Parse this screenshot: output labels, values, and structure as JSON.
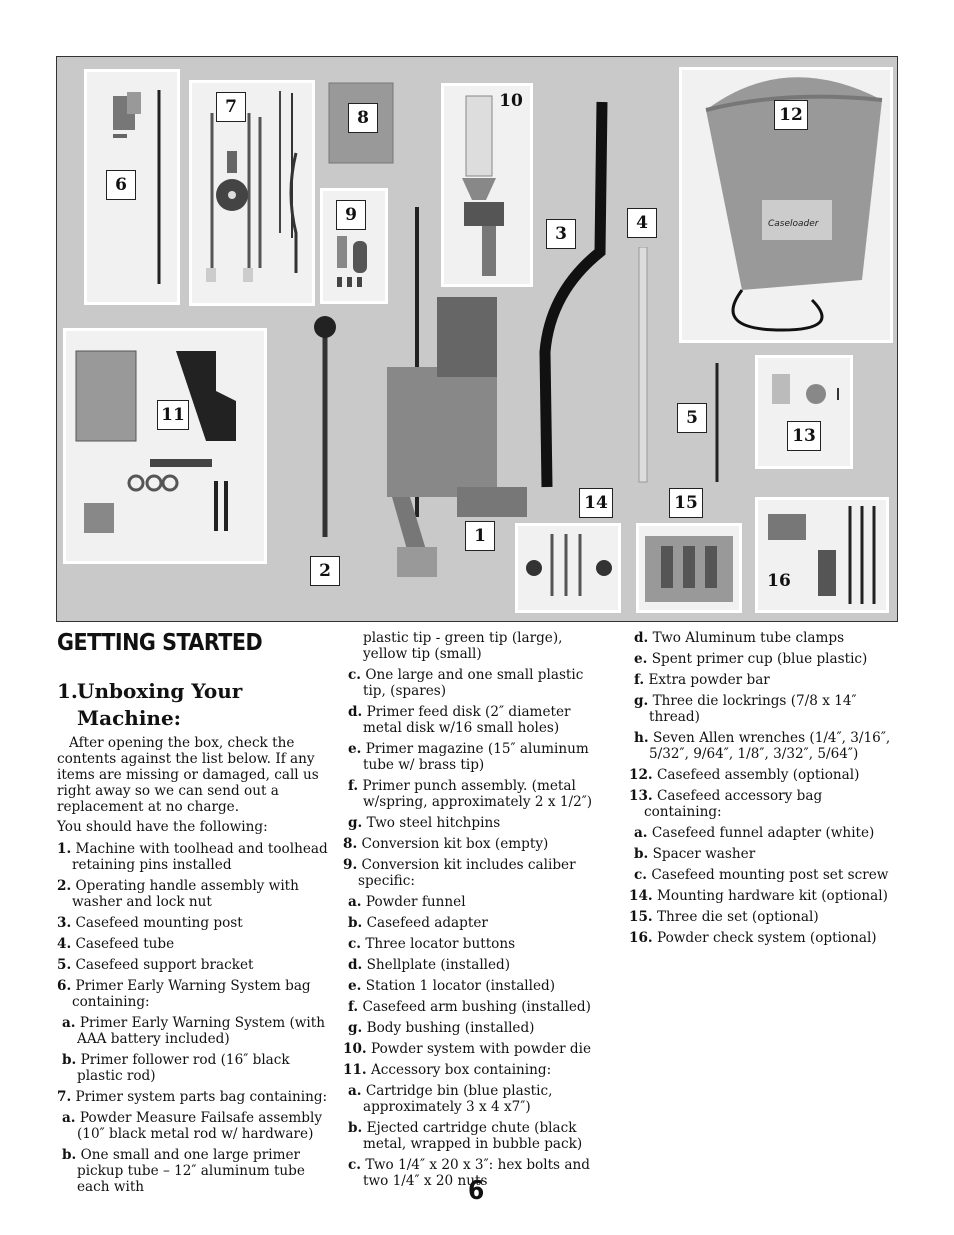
{
  "photo": {
    "labels": [
      "6",
      "7",
      "8",
      "9",
      "10",
      "3",
      "4",
      "12",
      "11",
      "2",
      "1",
      "5",
      "13",
      "14",
      "15",
      "16"
    ],
    "casefeeder_tag": "Caseloader"
  },
  "section_title": "GETTING STARTED",
  "sub_num": "1.",
  "sub_title_line1": "Unboxing Your",
  "sub_title_line2": "Machine:",
  "intro": "After opening the box, check the contents against the list below. If any items are missing or damaged, call us right away so we can send out a replacement at no charge.",
  "have": "You should have the following:",
  "items": {
    "i1": {
      "k": "1.",
      "t": "Machine with toolhead and toolhead retaining pins installed"
    },
    "i2": {
      "k": "2.",
      "t": "Operating handle assembly with washer and lock nut"
    },
    "i3": {
      "k": "3.",
      "t": "Casefeed mounting post"
    },
    "i4": {
      "k": "4.",
      "t": "Casefeed tube"
    },
    "i5": {
      "k": "5.",
      "t": "Casefeed support bracket"
    },
    "i6": {
      "k": "6.",
      "t": "Primer Early Warning System bag containing:"
    },
    "i6a": {
      "k": "a.",
      "t": "Primer Early Warning System (with AAA battery included)"
    },
    "i6b": {
      "k": "b.",
      "t": "Primer follower rod (16″ black plastic rod)"
    },
    "i7": {
      "k": "7.",
      "t": "Primer system parts bag containing:"
    },
    "i7a": {
      "k": "a.",
      "t": "Powder Measure Failsafe assembly (10″ black metal rod w/ hardware)"
    },
    "i7b": {
      "k": "b.",
      "t": "One small and one large primer pickup tube – 12″ aluminum tube each with"
    },
    "i7b_cont": "plastic tip - green tip (large), yellow tip (small)",
    "i7c": {
      "k": "c.",
      "t": "One large and one small plastic tip, (spares)"
    },
    "i7d": {
      "k": "d.",
      "t": "Primer feed disk (2″ diameter metal disk w/16 small holes)"
    },
    "i7e": {
      "k": "e.",
      "t": "Primer magazine (15″ aluminum tube w/ brass tip)"
    },
    "i7f": {
      "k": "f.",
      "t": "Primer punch assembly. (metal w/spring, approximately 2 x 1/2″)"
    },
    "i7g": {
      "k": "g.",
      "t": "Two steel hitchpins"
    },
    "i8": {
      "k": "8.",
      "t": "Conversion kit box (empty)"
    },
    "i9": {
      "k": "9.",
      "t": "Conversion kit includes caliber specific:"
    },
    "i9a": {
      "k": "a.",
      "t": "Powder funnel"
    },
    "i9b": {
      "k": "b.",
      "t": "Casefeed adapter"
    },
    "i9c": {
      "k": "c.",
      "t": "Three locator buttons"
    },
    "i9d": {
      "k": "d.",
      "t": "Shellplate (installed)"
    },
    "i9e": {
      "k": "e.",
      "t": "Station 1 locator (installed)"
    },
    "i9f": {
      "k": "f.",
      "t": "Casefeed arm bushing (installed)"
    },
    "i9g": {
      "k": "g.",
      "t": "Body bushing (installed)"
    },
    "i10": {
      "k": "10.",
      "t": "Powder system with powder die"
    },
    "i11": {
      "k": "11.",
      "t": "Accessory box containing:"
    },
    "i11a": {
      "k": "a.",
      "t": "Cartridge bin (blue plastic, approximately 3 x 4 x7″)"
    },
    "i11b": {
      "k": "b.",
      "t": "Ejected cartridge chute (black metal, wrapped in bubble pack)"
    },
    "i11c": {
      "k": "c.",
      "t": "Two 1/4″ x 20 x 3″: hex bolts and two 1/4″ x 20 nuts"
    },
    "i11d": {
      "k": "d.",
      "t": "Two Aluminum tube clamps"
    },
    "i11e": {
      "k": "e.",
      "t": "Spent primer cup (blue plastic)"
    },
    "i11f": {
      "k": "f.",
      "t": "Extra powder bar"
    },
    "i11g": {
      "k": "g.",
      "t": "Three die lockrings (7/8 x 14″ thread)"
    },
    "i11h": {
      "k": "h.",
      "t": "Seven Allen wrenches (1/4″, 3/16″, 5/32″, 9/64″, 1/8″, 3/32″, 5/64″)"
    },
    "i12": {
      "k": "12.",
      "t": "Casefeed assembly (optional)"
    },
    "i13": {
      "k": "13.",
      "t": "Casefeed accessory bag containing:"
    },
    "i13a": {
      "k": "a.",
      "t": "Casefeed funnel adapter (white)"
    },
    "i13b": {
      "k": "b.",
      "t": "Spacer washer"
    },
    "i13c": {
      "k": "c.",
      "t": "Casefeed mounting post set screw"
    },
    "i14": {
      "k": "14.",
      "t": "Mounting hardware kit (optional)"
    },
    "i15": {
      "k": "15.",
      "t": "Three die set (optional)"
    },
    "i16": {
      "k": "16.",
      "t": "Powder check system (optional)"
    }
  },
  "page_number": "6"
}
